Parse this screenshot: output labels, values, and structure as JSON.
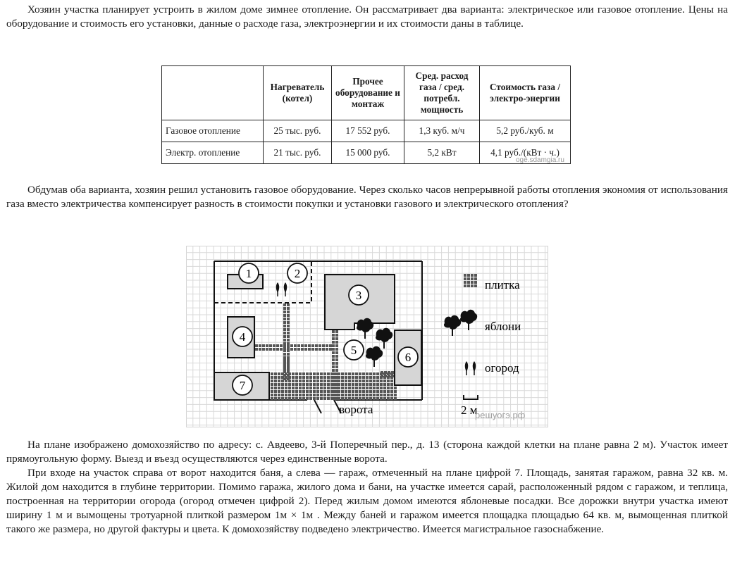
{
  "intro_text": "Хозяин участка планирует устроить в жилом доме зимнее отопление. Он рассматривает два варианта: электрическое или газовое отопление. Цены на оборудование и стоимость его установки, данные о расходе газа, электроэнергии и их стоимости даны в таблице.",
  "table": {
    "headers": [
      "",
      "Нагреватель (котел)",
      "Прочее оборудование и монтаж",
      "Сред. расход газа / сред. потребл. мощность",
      "Стоимость газа / электро-энергии"
    ],
    "rows": [
      [
        "Газовое отопление",
        "25 тыс. руб.",
        "17 552 руб.",
        "1,3 куб. м/ч",
        "5,2 руб./куб. м"
      ],
      [
        "Электр. отопление",
        "21 тыс. руб.",
        "15 000 руб.",
        "5,2 кВт",
        "4,1 руб./(кВт · ч.)"
      ]
    ],
    "watermark": "oge.sdamgia.ru"
  },
  "question_text": "Обдумав оба варианта, хозяин решил установить газовое оборудование. Через сколько часов непрерывной работы отопления экономия от использования газа вместо электричества компенсирует разность в стоимости покупки и установки газового и электрического отопления?",
  "plan": {
    "numbers": [
      "1",
      "2",
      "3",
      "4",
      "5",
      "6",
      "7"
    ],
    "legend": {
      "tile": "плитка",
      "apples": "яблони",
      "garden": "огород"
    },
    "gate_label": "ворота",
    "scale_label": "2 м",
    "watermark": "решуогэ.рф"
  },
  "plan_text_1": "На плане изображено домохозяйство по адресу: с. Авдеево, 3-й Поперечный пер., д. 13 (сторона каждой клетки на плане равна 2 м). Участок имеет прямоугольную форму. Выезд и въезд осуществляются через единственные ворота.",
  "plan_text_2": "При входе на участок справа от ворот находится баня, а слева — гараж, отмеченный на плане цифрой 7. Площадь, занятая гаражом, равна 32 кв. м. Жилой дом находится в глубине территории. Помимо гаража, жилого дома и бани, на участке имеется сарай, расположенный рядом с гаражом, и теплица, построенная на территории огорода (огород отмечен цифрой 2). Перед жилым домом имеются яблоневые посадки. Все дорожки внутри участка имеют ширину 1 м и вымощены тротуарной плиткой размером 1м × 1м . Между баней и гаражом имеется площадка площадью 64 кв. м, вымощенная плиткой такого же размера, но другой фактуры и цвета. К домохозяйству подведено электричество. Имеется магистральное газоснабжение."
}
